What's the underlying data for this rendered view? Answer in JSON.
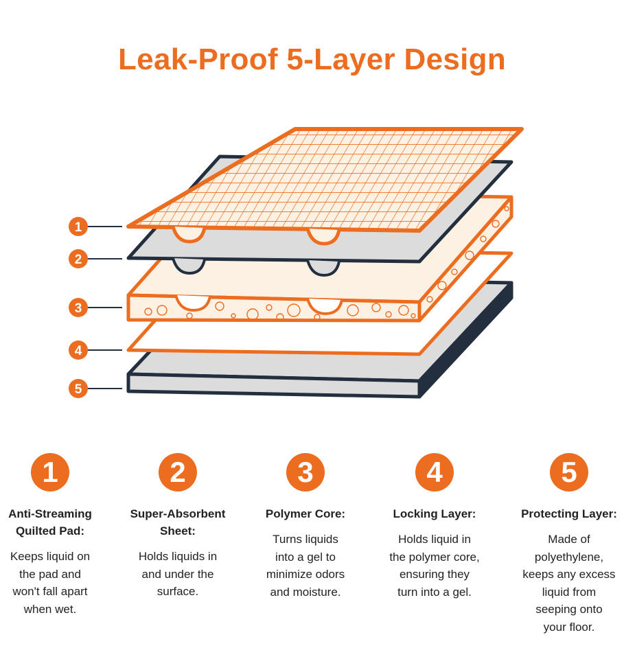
{
  "title": "Leak-Proof 5-Layer Design",
  "colors": {
    "accent": "#ec6d1f",
    "dark": "#232f3e",
    "grey": "#dcdcdc",
    "cream": "#fdf1e4"
  },
  "layer_numbers": [
    "1",
    "2",
    "3",
    "4",
    "5"
  ],
  "features": [
    {
      "number": "1",
      "title": "Anti-Streaming\nQuilted Pad:",
      "desc": "Keeps liquid on\nthe pad and\nwon't fall apart\nwhen wet."
    },
    {
      "number": "2",
      "title": "Super-Absorbent\nSheet:",
      "desc": "Holds liquids in\nand under the\nsurface."
    },
    {
      "number": "3",
      "title": "Polymer Core:",
      "desc": "Turns liquids\ninto a gel to\nminimize odors\nand moisture."
    },
    {
      "number": "4",
      "title": "Locking Layer:",
      "desc": "Holds liquid in\nthe polymer core,\nensuring they\nturn into a gel."
    },
    {
      "number": "5",
      "title": "Protecting Layer:",
      "desc": "Made of\npolyethylene,\nkeeps any excess\nliquid from\nseeping onto\nyour floor."
    }
  ]
}
